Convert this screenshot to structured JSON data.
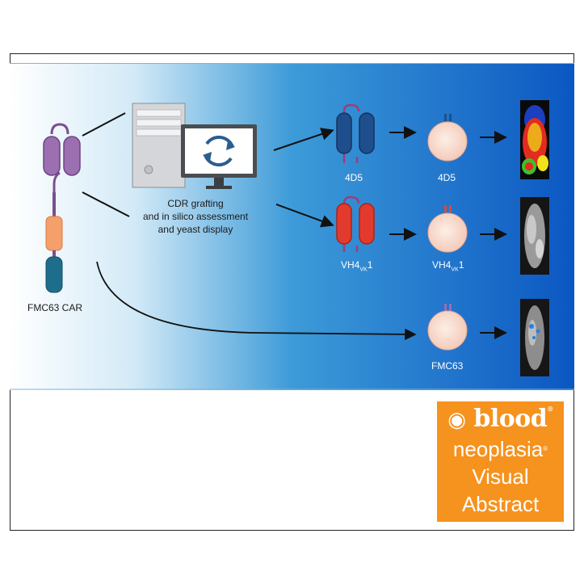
{
  "labels": {
    "fmc63_car": "FMC63 CAR",
    "cdr_line1": "CDR grafting",
    "cdr_line2": "and in silico assessment",
    "cdr_line3": "and yeast display",
    "construct_4d5": "4D5",
    "cell_4d5": "4D5",
    "construct_vh4": "VH4",
    "cell_vh4": "VH4",
    "vh4_sub": "VK",
    "vh4_suffix": "1",
    "cell_fmc63": "FMC63"
  },
  "logo": {
    "brand": "blood",
    "line1": "neoplasia",
    "line2": "Visual",
    "line3": "Abstract"
  },
  "colors": {
    "gradient_start": "#ffffff",
    "gradient_end": "#0b57c2",
    "car_purple": "#9b6fb0",
    "car_orange": "#f5a06a",
    "car_teal": "#1d6e8c",
    "blue_4d5": "#1f4e8c",
    "red_vh4": "#e23a2c",
    "cell_fill": "#fbe1d6",
    "logo_orange": "#f6921e"
  }
}
